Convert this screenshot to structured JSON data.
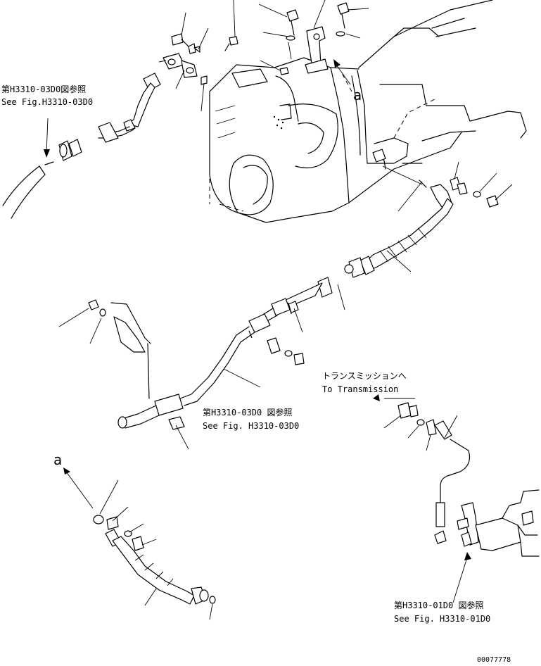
{
  "references": {
    "top_left": {
      "jp": "第H3310-03D0図参照",
      "en": "See Fig.H3310-03D0"
    },
    "middle": {
      "jp": "第H3310-03D0 図参照",
      "en": "See Fig. H3310-03D0"
    },
    "bottom_right": {
      "jp": "第H3310-01D0 図参照",
      "en": "See Fig. H3310-01D0"
    }
  },
  "transmission": {
    "jp": "トランスミッションへ",
    "en": "To Transmission"
  },
  "markers": {
    "a_top": "a",
    "a_bottom": "a"
  },
  "drawing_number": "00077778"
}
